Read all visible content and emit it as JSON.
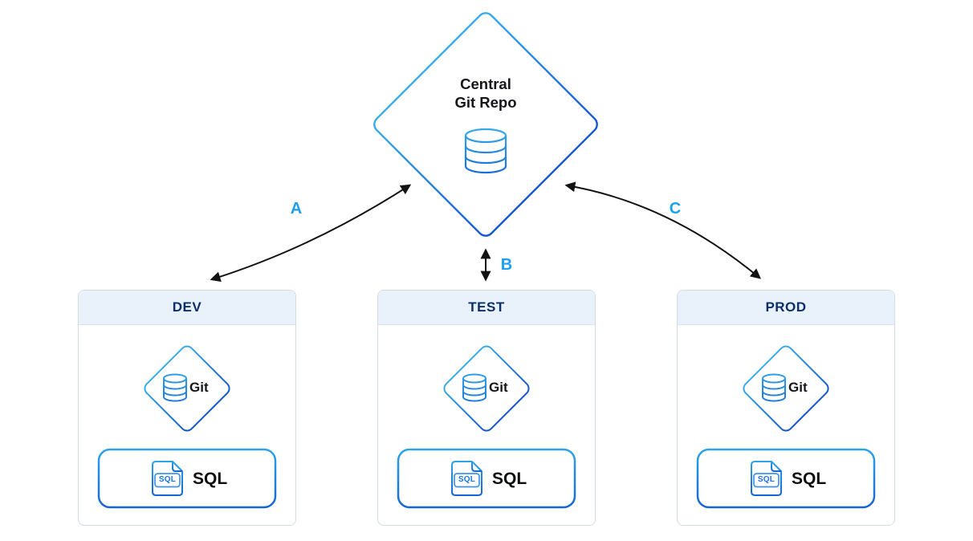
{
  "central": {
    "title": "Central\nGit Repo",
    "icon": "database-icon"
  },
  "arrow_labels": {
    "a": "A",
    "b": "B",
    "c": "C"
  },
  "environments": [
    {
      "name": "DEV",
      "git_label": "Git",
      "sql_label": "SQL",
      "sql_icon_text": "SQL"
    },
    {
      "name": "TEST",
      "git_label": "Git",
      "sql_label": "SQL",
      "sql_icon_text": "SQL"
    },
    {
      "name": "PROD",
      "git_label": "Git",
      "sql_label": "SQL",
      "sql_icon_text": "SQL"
    }
  ],
  "colors": {
    "gradient_start": "#38acea",
    "gradient_end": "#1456cc",
    "arrow_label_blue": "#1ca0f2",
    "header_bg": "#e9f1fb",
    "header_text": "#0c2f6b",
    "box_border": "#d5dbe2",
    "arrow_black": "#131313",
    "text_dark": "#14161a"
  }
}
